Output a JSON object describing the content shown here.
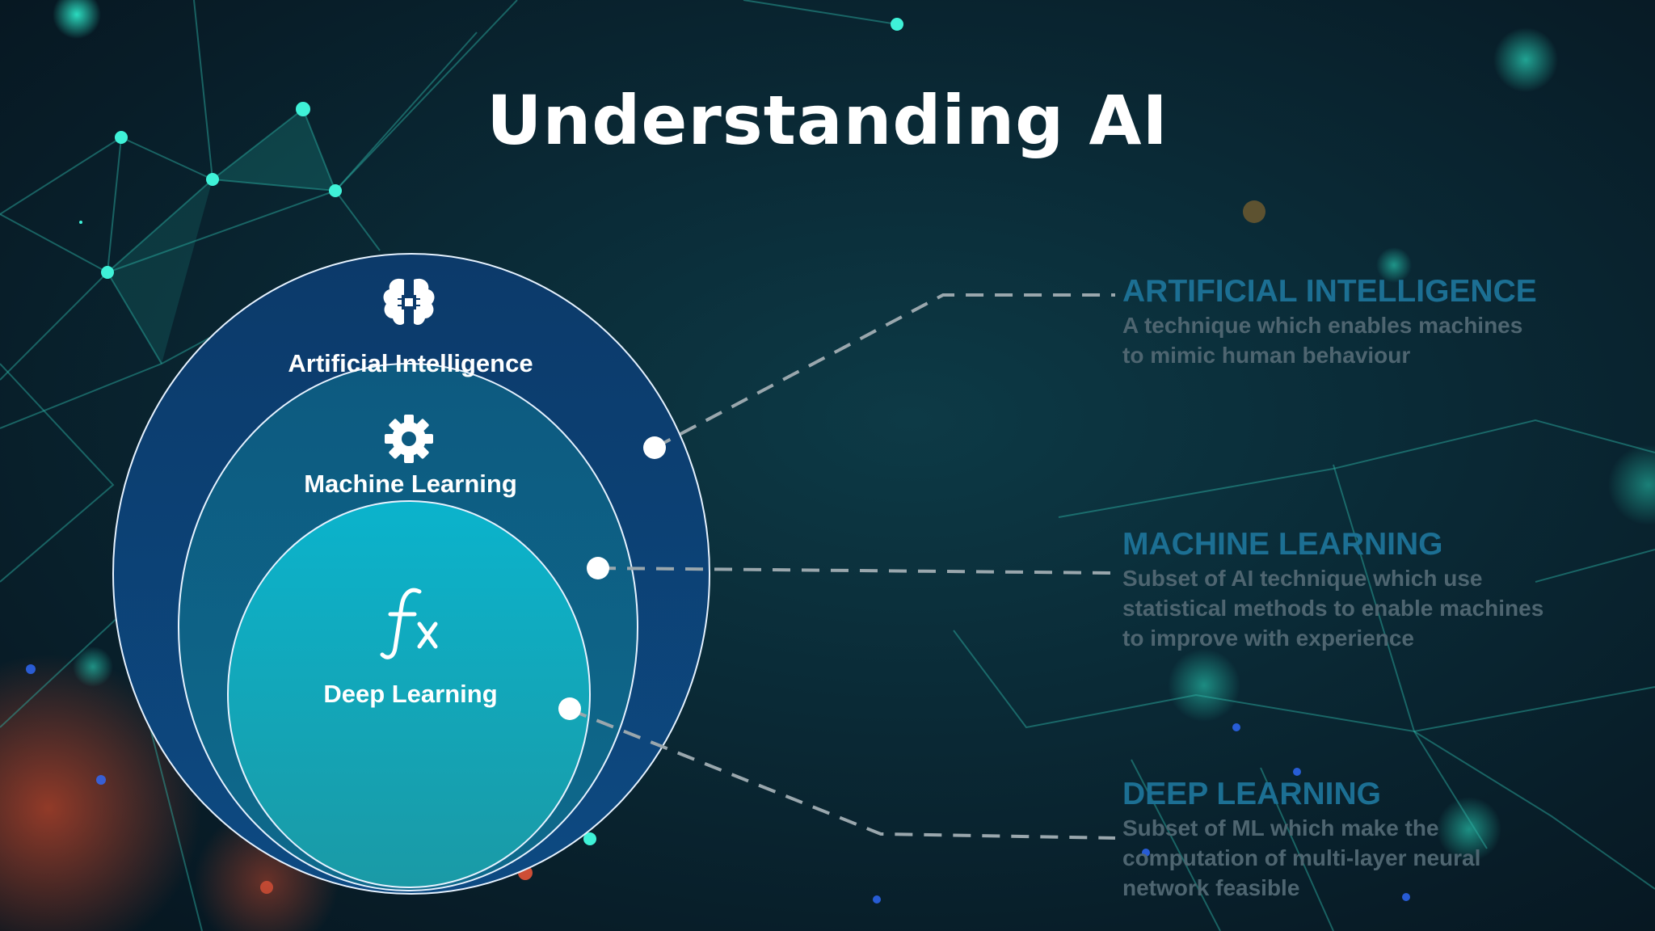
{
  "title": "Understanding AI",
  "diagram": {
    "circles": [
      {
        "label": "Artificial Intelligence",
        "icon": "brain-chip-icon",
        "color": "#0c4476"
      },
      {
        "label": "Machine Learning",
        "icon": "gear-icon",
        "color": "#0e6683"
      },
      {
        "label": "Deep Learning",
        "icon": "function-fx-icon",
        "color": "#11a3b6"
      }
    ],
    "legend": [
      {
        "heading": "ARTIFICIAL INTELLIGENCE",
        "lines": [
          "A technique which enables machines",
          "to mimic human behaviour"
        ]
      },
      {
        "heading": "MACHINE LEARNING",
        "lines": [
          "Subset of AI technique which use",
          "statistical methods to enable machines",
          "to improve with experience"
        ]
      },
      {
        "heading": "DEEP LEARNING",
        "lines": [
          "Subset of ML which make the",
          "computation of multi-layer neural",
          "network feasible"
        ]
      }
    ]
  }
}
